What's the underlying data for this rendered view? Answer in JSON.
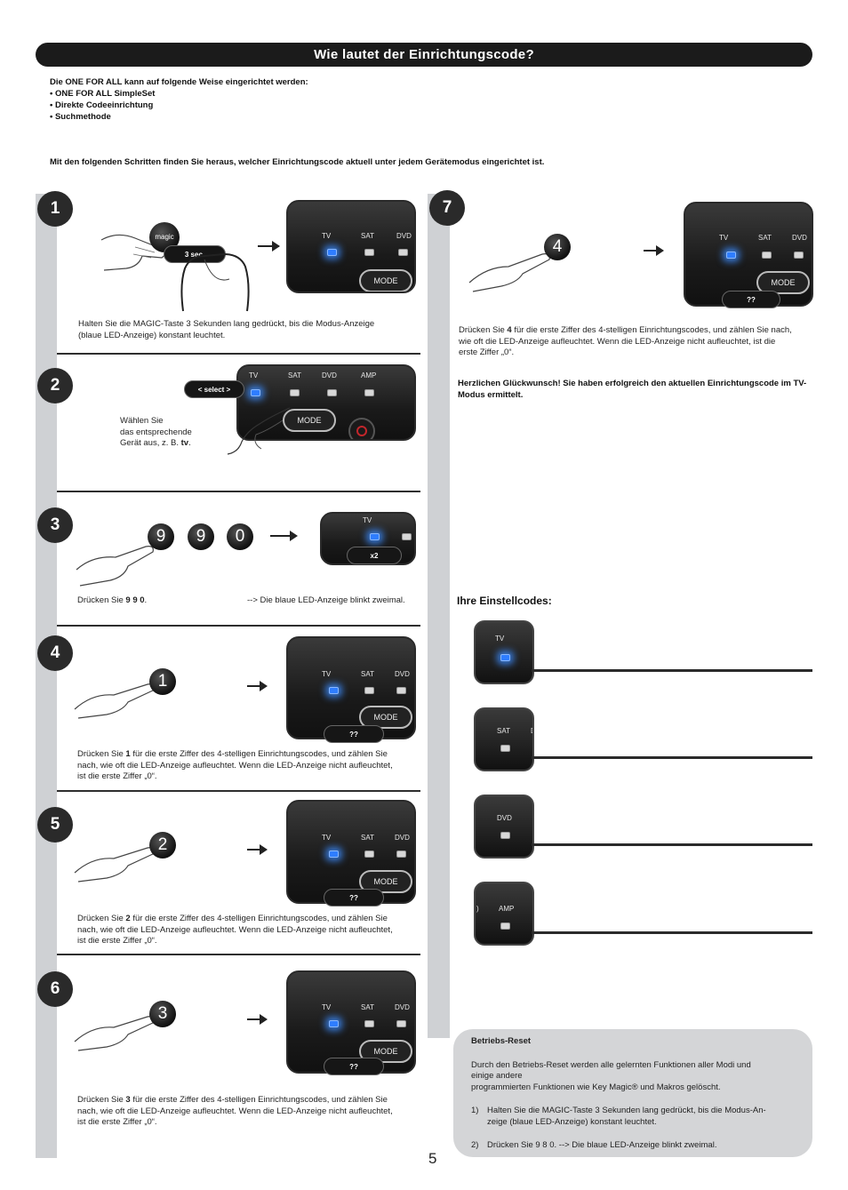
{
  "header": {
    "title": "Wie lautet der Einrichtungscode?"
  },
  "intro": {
    "lead": "Die ONE FOR ALL kann auf folgende Weise eingerichtet werden:",
    "methods": [
      "• ONE FOR ALL SimpleSet",
      "• Direkte Codeeinrichtung",
      "• Suchmethode"
    ],
    "note": "Mit den folgenden Schritten finden Sie heraus, welcher Einrichtungscode aktuell unter jedem Gerätemodus eingerichtet ist."
  },
  "remote_labels": {
    "tv": "TV",
    "sat": "SAT",
    "dvd": "DVD",
    "amp": "AMP",
    "mode": "MODE",
    "magic": "magic",
    "d": "D",
    "close_paren": ")"
  },
  "steps": {
    "s1": {
      "num": "1",
      "pill": "3 sec.",
      "caption_a": "Halten Sie die MAGIC-Taste 3 Sekunden lang gedrückt, bis die Modus-Anzeige",
      "caption_b": "(blaue LED-Anzeige) konstant leuchtet."
    },
    "s2": {
      "num": "2",
      "pill": "< select >",
      "caption_a": "Wählen Sie",
      "caption_b": "das entsprechende",
      "caption_c": "Gerät aus, z. B. ",
      "caption_bold": "tv",
      "caption_end": "."
    },
    "s3": {
      "num": "3",
      "digits": [
        "9",
        "9",
        "0"
      ],
      "pill": "x2",
      "caption_pre": "Drücken Sie ",
      "caption_bold": "9 9 0",
      "caption_end": ".",
      "caption_right": "--> Die blaue LED-Anzeige blinkt zweimal."
    },
    "s4": {
      "num": "4",
      "digit": "1",
      "pill": "??",
      "pre": "Drücken Sie ",
      "bold": "1",
      "line1": " für die erste Ziffer des 4-stelligen Einrichtungscodes, und zählen Sie",
      "line2": "nach, wie oft die LED-Anzeige aufleuchtet. Wenn die LED-Anzeige nicht aufleuchtet,",
      "line3": "ist die erste Ziffer „0“."
    },
    "s5": {
      "num": "5",
      "digit": "2",
      "pill": "??",
      "pre": "Drücken Sie ",
      "bold": "2",
      "line1": " für die erste Ziffer des 4-stelligen Einrichtungscodes, und zählen Sie",
      "line2": "nach, wie oft die LED-Anzeige aufleuchtet. Wenn die LED-Anzeige nicht aufleuchtet,",
      "line3": "ist die erste Ziffer „0“."
    },
    "s6": {
      "num": "6",
      "digit": "3",
      "pill": "??",
      "pre": "Drücken Sie ",
      "bold": "3",
      "line1": " für die erste Ziffer des 4-stelligen Einrichtungscodes, und zählen Sie",
      "line2": "nach, wie oft die LED-Anzeige aufleuchtet. Wenn die LED-Anzeige nicht aufleuchtet,",
      "line3": "ist die erste Ziffer „0“."
    },
    "s7": {
      "num": "7",
      "digit": "4",
      "pill": "??",
      "pre": "Drücken Sie ",
      "bold": "4",
      "line1": " für die erste Ziffer des 4-stelligen Einrichtungscodes, und zählen Sie nach,",
      "line2": "wie oft die LED-Anzeige aufleuchtet. Wenn die LED-Anzeige nicht aufleuchtet, ist die",
      "line3": "erste Ziffer „0“."
    }
  },
  "congrats": "Herzlichen Glückwunsch! Sie haben erfolgreich den aktuellen Einrichtungscode im TV-Modus ermittelt.",
  "codes": {
    "title": "Ihre Einstellcodes:"
  },
  "reset": {
    "title": "Betriebs-Reset",
    "p1": "Durch den Betriebs-Reset werden alle gelernten Funktionen aller Modi und",
    "p2": "einige andere",
    "p3": "programmierten Funktionen wie Key Magic® und Makros gelöscht.",
    "i1_num": "1)",
    "i1a": "Halten Sie die MAGIC-Taste 3 Sekunden lang gedrückt, bis die Modus-An-",
    "i1b": "zeige (blaue LED-Anzeige) konstant leuchtet.",
    "i2_num": "2)",
    "i2": "Drücken Sie 9 8 0. --> Die blaue LED-Anzeige blinkt zweimal."
  },
  "page": {
    "number": "5"
  }
}
